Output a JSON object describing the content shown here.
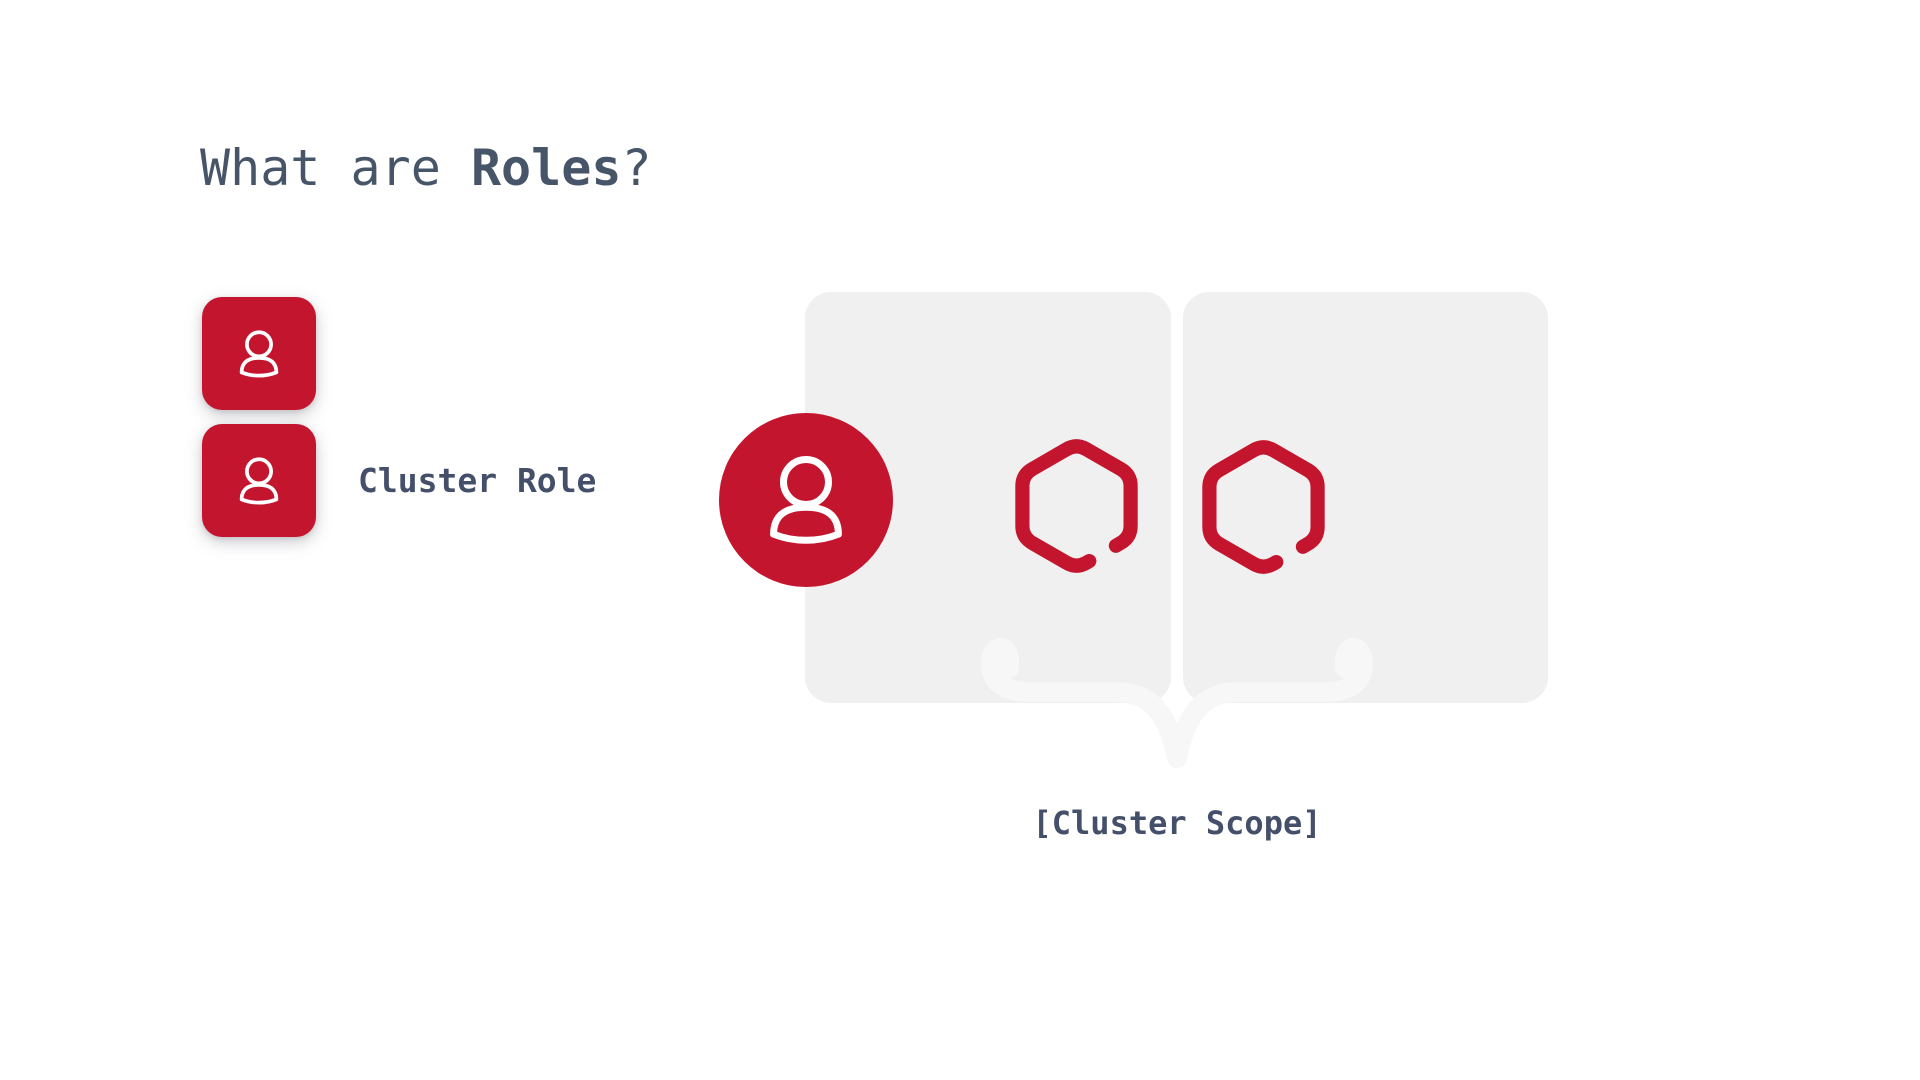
{
  "slide": {
    "title": {
      "prefix": "What are ",
      "emphasis": "Roles",
      "suffix": "?"
    },
    "role_list": {
      "items": [
        {
          "icon": "user-icon",
          "label": ""
        },
        {
          "icon": "user-icon",
          "label": "Cluster Role"
        }
      ]
    },
    "cluster_diagram": {
      "actor_icon": "user-icon",
      "node_icons": [
        "hexagon-node-icon",
        "hexagon-node-icon"
      ],
      "brace_icon": "underbrace-icon",
      "scope_label": "[Cluster Scope]"
    },
    "colors": {
      "accent_red": "#c4152f",
      "heading_text": "#475569",
      "label_text": "#44506a",
      "panel_gray": "#f0f0f1",
      "brace_gray": "#f7f7f8",
      "icon_stroke": "#ffffff",
      "background": "#ffffff"
    }
  }
}
